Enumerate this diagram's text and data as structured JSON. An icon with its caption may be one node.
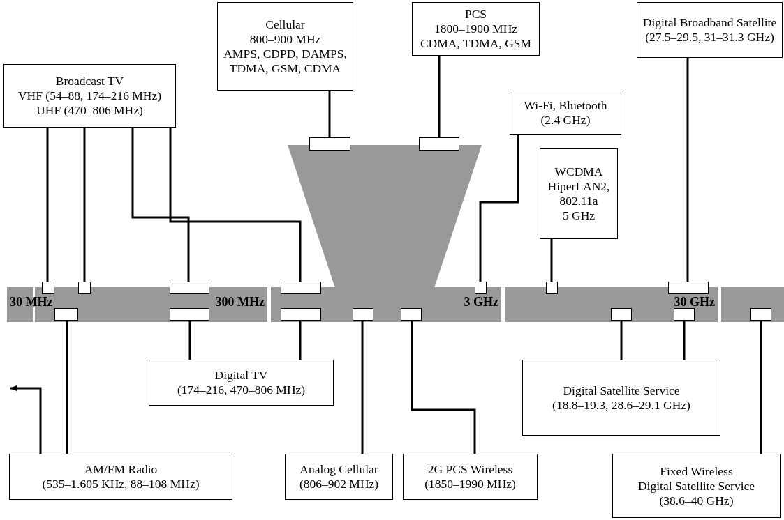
{
  "diagram": {
    "nodes": [
      {
        "text": [
          "Broadcast TV",
          "VHF (54–88, 174–216 MHz)",
          "UHF (470–806 MHz)"
        ]
      },
      {
        "text": [
          "Cellular",
          "800–900 MHz",
          "AMPS, CDPD, DAMPS, TDMA, GSM, CDMA"
        ]
      },
      {
        "text": [
          "PCS",
          "1800–1900 MHz",
          "CDMA, TDMA, GSM"
        ]
      },
      {
        "text": [
          "Digital Broadband Satellite",
          "(27.5–29.5, 31–31.3 GHz)"
        ]
      },
      {
        "text": [
          "Wi-Fi, Bluetooth",
          "(2.4 GHz)"
        ]
      },
      {
        "text": [
          "WCDMA",
          "HiperLAN2, 802.11a",
          "5 GHz"
        ]
      },
      {
        "text": [
          "Digital TV",
          "(174–216, 470–806 MHz)"
        ]
      },
      {
        "text": [
          "Digital Satellite Service",
          "(18.8–19.3, 28.6–29.1 GHz)"
        ]
      },
      {
        "text": [
          "AM/FM Radio",
          "(535–1.605 KHz, 88–108 MHz)"
        ]
      },
      {
        "text": [
          "Analog Cellular",
          "(806–902 MHz)"
        ]
      },
      {
        "text": [
          "2G PCS Wireless",
          "(1850–1990 MHz)"
        ]
      },
      {
        "text": [
          "Fixed Wireless",
          "Digital Satellite Service",
          "(38.6–40 GHz)"
        ]
      },
      {
        "text": [],
        "shape": "box"
      },
      {
        "text": [],
        "shape": "box"
      },
      {
        "text": [],
        "shape": "box"
      },
      {
        "text": [],
        "shape": "box"
      },
      {
        "text": [],
        "shape": "box"
      },
      {
        "text": [],
        "shape": "box"
      },
      {
        "text": [],
        "shape": "box"
      },
      {
        "text": [],
        "shape": "box"
      },
      {
        "text": [],
        "shape": "box"
      },
      {
        "text": [],
        "shape": "box"
      },
      {
        "text": [],
        "shape": "box"
      },
      {
        "text": [],
        "shape": "box"
      },
      {
        "text": [],
        "shape": "box"
      },
      {
        "text": [],
        "shape": "box"
      },
      {
        "text": [],
        "shape": "box"
      },
      {
        "text": [],
        "shape": "box"
      },
      {
        "text": [],
        "shape": "box"
      }
    ],
    "edges": [
      {
        "from": 0,
        "to": 14,
        "arrow": "none"
      },
      {
        "from": 0,
        "to": 15,
        "arrow": "none"
      },
      {
        "from": 0,
        "to": 16,
        "arrow": "none"
      },
      {
        "from": 0,
        "to": 17,
        "arrow": "none"
      },
      {
        "from": 1,
        "to": 12,
        "arrow": "none"
      },
      {
        "from": 2,
        "to": 13,
        "arrow": "none"
      },
      {
        "from": 4,
        "to": 18,
        "arrow": "none"
      },
      {
        "from": 5,
        "to": 19,
        "arrow": "none"
      },
      {
        "from": 3,
        "to": 20,
        "arrow": "none"
      },
      {
        "from": 8,
        "to": 21,
        "arrow": "none"
      },
      {
        "from": 6,
        "to": 22,
        "arrow": "none"
      },
      {
        "from": 6,
        "to": 23,
        "arrow": "none"
      },
      {
        "from": 9,
        "to": 24,
        "arrow": "none"
      },
      {
        "from": 10,
        "to": 25,
        "arrow": "none"
      },
      {
        "from": 7,
        "to": 26,
        "arrow": "none"
      },
      {
        "from": 7,
        "to": 27,
        "arrow": "none"
      },
      {
        "from": 11,
        "to": 28,
        "arrow": "none"
      },
      {
        "from": 8,
        "to": null,
        "arrow": "to"
      }
    ],
    "labels": [
      "30 MHz",
      "300 MHz",
      "3 GHz",
      "30 GHz"
    ]
  }
}
